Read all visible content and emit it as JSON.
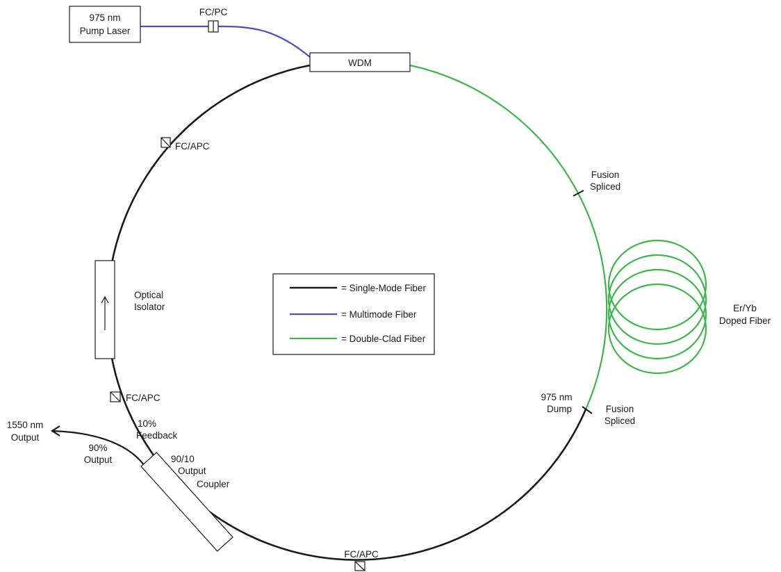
{
  "colors": {
    "single_mode": "#1a1a1a",
    "multimode": "#4a4fc4",
    "double_clad": "#3cb54a"
  },
  "pump_laser": {
    "line1": "975 nm",
    "line2": "Pump Laser"
  },
  "connectors": {
    "fcpc": "FC/PC",
    "fcapc_top": "FC/APC",
    "fcapc_mid": "FC/APC",
    "fcapc_bottom": "FC/APC"
  },
  "wdm": "WDM",
  "isolator": {
    "line1": "Optical",
    "line2": "Isolator"
  },
  "splices": {
    "top": {
      "line1": "Fusion",
      "line2": "Spliced"
    },
    "bottom": {
      "line1": "Fusion",
      "line2": "Spliced"
    }
  },
  "doped_fiber": {
    "line1": "Er/Yb",
    "line2": "Doped Fiber"
  },
  "dump": {
    "line1": "975 nm",
    "line2": "Dump"
  },
  "coupler": {
    "line1": "90/10",
    "line2": "Output",
    "line3": "Coupler"
  },
  "feedback": {
    "line1": "10%",
    "line2": "Feedback"
  },
  "output90": {
    "line1": "90%",
    "line2": "Output"
  },
  "output1550": {
    "line1": "1550 nm",
    "line2": "Output"
  },
  "legend": [
    {
      "label": "= Single-Mode Fiber",
      "color": "#1a1a1a"
    },
    {
      "label": "= Multimode Fiber",
      "color": "#4a4fc4"
    },
    {
      "label": "= Double-Clad Fiber",
      "color": "#3cb54a"
    }
  ]
}
